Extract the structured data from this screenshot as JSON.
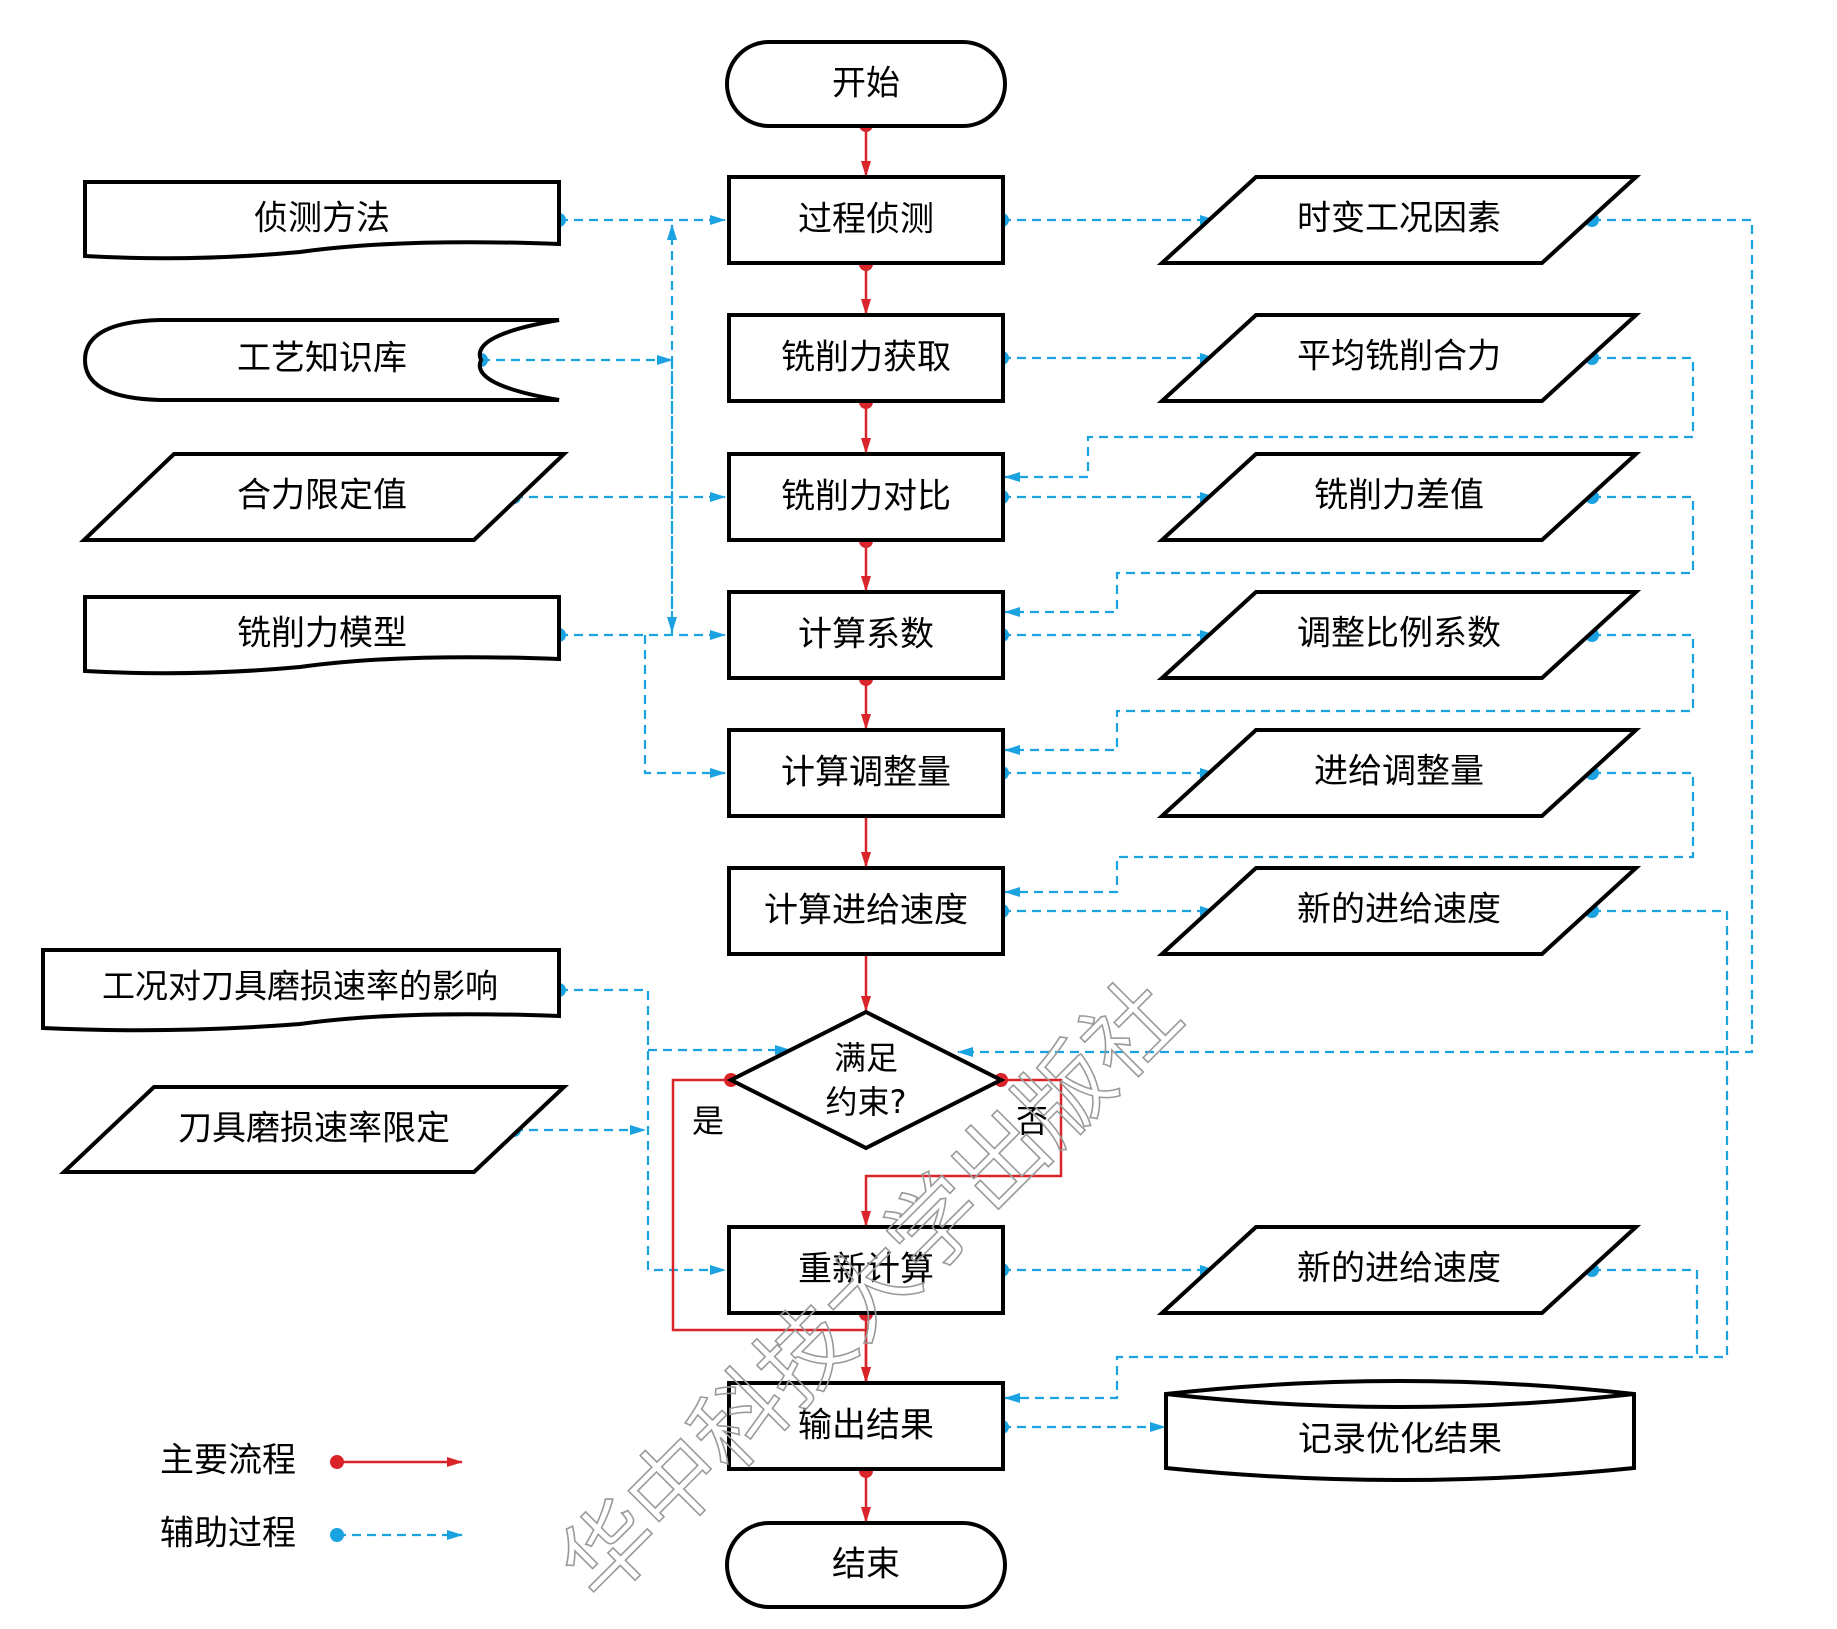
{
  "colors": {
    "main_flow": "#d9252a",
    "aux_flow": "#1aa3e0",
    "stroke": "#000000"
  },
  "center": {
    "start": "开始",
    "detect": "过程侦测",
    "acquire": "铣削力获取",
    "compare": "铣削力对比",
    "coef": "计算系数",
    "adjust": "计算调整量",
    "speed": "计算进给速度",
    "decision_line1": "满足",
    "decision_line2": "约束?",
    "yes": "是",
    "no": "否",
    "recalc": "重新计算",
    "output": "输出结果",
    "end": "结束"
  },
  "left": {
    "method": "侦测方法",
    "kb": "工艺知识库",
    "limit": "合力限定值",
    "model": "铣削力模型",
    "influence": "工况对刀具磨损速率的影响",
    "wear_limit": "刀具磨损速率限定"
  },
  "right": {
    "factors": "时变工况因素",
    "avg_force": "平均铣削合力",
    "diff": "铣削力差值",
    "ratio": "调整比例系数",
    "feed_adj": "进给调整量",
    "new_speed1": "新的进给速度",
    "new_speed2": "新的进给速度",
    "record": "记录优化结果"
  },
  "legend": {
    "main": "主要流程",
    "aux": "辅助过程"
  },
  "watermark": "华中科技大学出版社"
}
